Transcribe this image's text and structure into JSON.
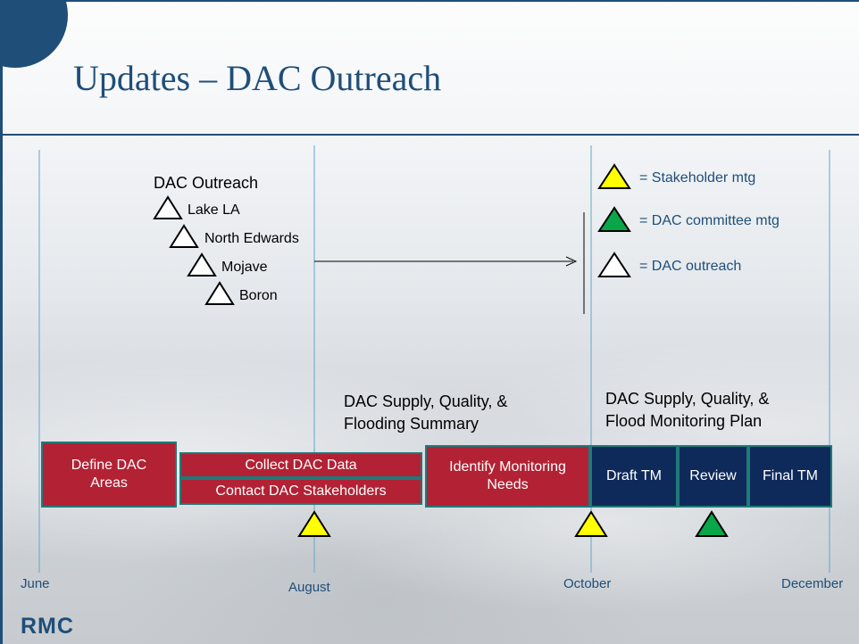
{
  "title": "Updates – DAC Outreach",
  "logo": "RMC",
  "months": [
    "June",
    "August",
    "October",
    "December"
  ],
  "outreach": {
    "heading": "DAC Outreach",
    "locations": [
      "Lake LA",
      "North Edwards",
      "Mojave",
      "Boron"
    ]
  },
  "legend": [
    {
      "label": "= Stakeholder mtg",
      "color": "#ffff00"
    },
    {
      "label": "= DAC committee mtg",
      "color": "#0aa64a"
    },
    {
      "label": "= DAC outreach",
      "color": "#ffffff"
    }
  ],
  "deliverables": {
    "summary": [
      "DAC Supply, Quality, &",
      "Flooding Summary"
    ],
    "plan": [
      "DAC Supply, Quality, &",
      "Flood Monitoring Plan"
    ]
  },
  "tasks": {
    "define": [
      "Define DAC",
      "Areas"
    ],
    "collect": "Collect DAC Data",
    "contact": "Contact DAC Stakeholders",
    "identify": [
      "Identify Monitoring",
      "Needs"
    ],
    "draft": "Draft TM",
    "review": "Review",
    "final": "Final TM"
  },
  "colors": {
    "brand": "#1f4e79",
    "task_red": "#b22234",
    "task_navy": "#0e2a5a",
    "stakeholder": "#ffff00",
    "committee": "#0aa64a"
  }
}
